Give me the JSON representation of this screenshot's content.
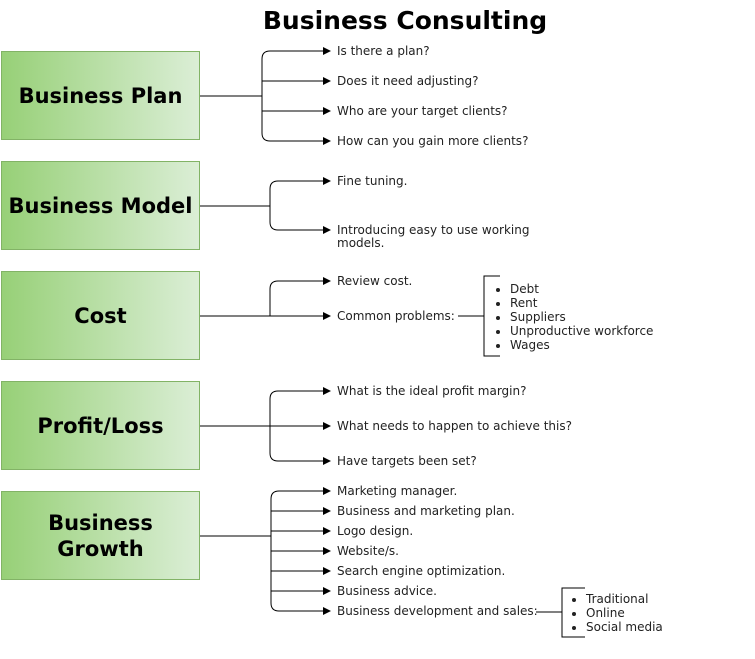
{
  "title": "Business Consulting",
  "sections": [
    {
      "label_lines": [
        "Business Plan"
      ],
      "items": [
        "Is there a plan?",
        "Does it need adjusting?",
        "Who are your target clients?",
        "How can you gain more clients?"
      ]
    },
    {
      "label_lines": [
        "Business Model"
      ],
      "items": [
        "Fine tuning.",
        "Introducing easy to use working models."
      ]
    },
    {
      "label_lines": [
        "Cost"
      ],
      "items": [
        "Review cost.",
        "Common problems:"
      ],
      "sublist": [
        "Debt",
        "Rent",
        "Suppliers",
        "Unproductive workforce",
        "Wages"
      ]
    },
    {
      "label_lines": [
        "Profit/Loss"
      ],
      "items": [
        "What is the ideal profit margin?",
        "What needs to happen to achieve this?",
        "Have targets been set?"
      ]
    },
    {
      "label_lines": [
        "Business",
        "Growth"
      ],
      "items": [
        "Marketing manager.",
        "Business and marketing plan.",
        "Logo design.",
        "Website/s.",
        "Search engine optimization.",
        "Business advice.",
        "Business development and sales:"
      ],
      "sublist": [
        "Traditional",
        "Online",
        "Social media"
      ]
    }
  ],
  "colors": {
    "box_fill_start": "#97d077",
    "box_fill_end": "#dbeed6",
    "box_border": "#82b366",
    "connector": "#000000"
  }
}
